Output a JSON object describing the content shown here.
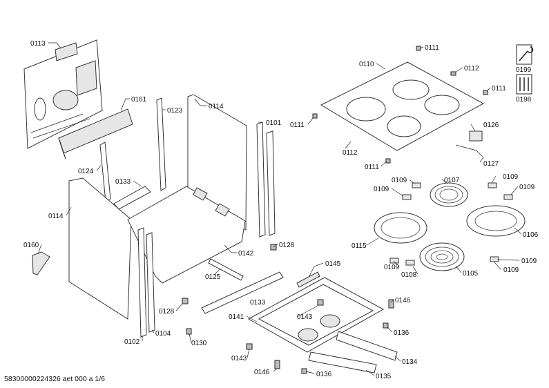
{
  "labels": {
    "p0113": "0113",
    "p0161": "0161",
    "p0123": "0123",
    "p0114a": "0114",
    "p0114b": "0114",
    "p0101": "0101",
    "p0124": "0124",
    "p0133a": "0133",
    "p0133b": "0133",
    "p0160": "0160",
    "p0142": "0142",
    "p0125": "0125",
    "p0128a": "0128",
    "p0128b": "0128",
    "p0102": "0102",
    "p0104": "0104",
    "p0130": "0130",
    "p0145": "0145",
    "p0141": "0141",
    "p0143a": "0143",
    "p0143b": "0143",
    "p0146a": "0146",
    "p0146b": "0146",
    "p0136a": "0136",
    "p0136b": "0136",
    "p0134": "0134",
    "p0135": "0135",
    "p0110": "0110",
    "p0111a": "0111",
    "p0111b": "0111",
    "p0111c": "0111",
    "p0111d": "0111",
    "p0112a": "0112",
    "p0112b": "0112",
    "p0126": "0126",
    "p0127": "0127",
    "p0109a": "0109",
    "p0109b": "0109",
    "p0109c": "0109",
    "p0109d": "0109",
    "p0109e": "0109",
    "p0109f": "0109",
    "p0107": "0107",
    "p0106": "0106",
    "p0115": "0115",
    "p0108": "0108",
    "p0105": "0105",
    "p0199": "0199",
    "p0198": "0198"
  },
  "footer": "58300000224326 aet 000 a 1/6",
  "icons": [
    "tool-wrench-icon",
    "tools-set-icon"
  ]
}
